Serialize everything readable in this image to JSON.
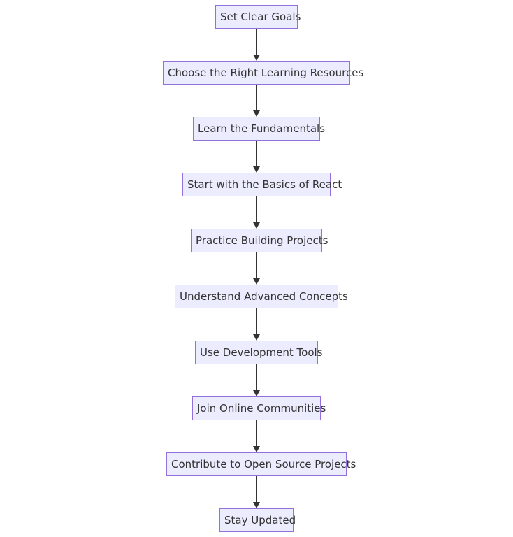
{
  "diagram": {
    "type": "flowchart",
    "direction": "top-to-bottom",
    "colors": {
      "node_fill": "#ececff",
      "node_border": "#9370db",
      "text": "#333333",
      "edge": "#333333"
    },
    "nodes": [
      {
        "id": "n0",
        "label": "Set Clear Goals"
      },
      {
        "id": "n1",
        "label": "Choose the Right Learning Resources"
      },
      {
        "id": "n2",
        "label": "Learn the Fundamentals"
      },
      {
        "id": "n3",
        "label": "Start with the Basics of React"
      },
      {
        "id": "n4",
        "label": "Practice Building Projects"
      },
      {
        "id": "n5",
        "label": "Understand Advanced Concepts"
      },
      {
        "id": "n6",
        "label": "Use Development Tools"
      },
      {
        "id": "n7",
        "label": "Join Online Communities"
      },
      {
        "id": "n8",
        "label": "Contribute to Open Source Projects"
      },
      {
        "id": "n9",
        "label": "Stay Updated"
      }
    ],
    "edges": [
      {
        "from": "n0",
        "to": "n1"
      },
      {
        "from": "n1",
        "to": "n2"
      },
      {
        "from": "n2",
        "to": "n3"
      },
      {
        "from": "n3",
        "to": "n4"
      },
      {
        "from": "n4",
        "to": "n5"
      },
      {
        "from": "n5",
        "to": "n6"
      },
      {
        "from": "n6",
        "to": "n7"
      },
      {
        "from": "n7",
        "to": "n8"
      },
      {
        "from": "n8",
        "to": "n9"
      }
    ]
  }
}
